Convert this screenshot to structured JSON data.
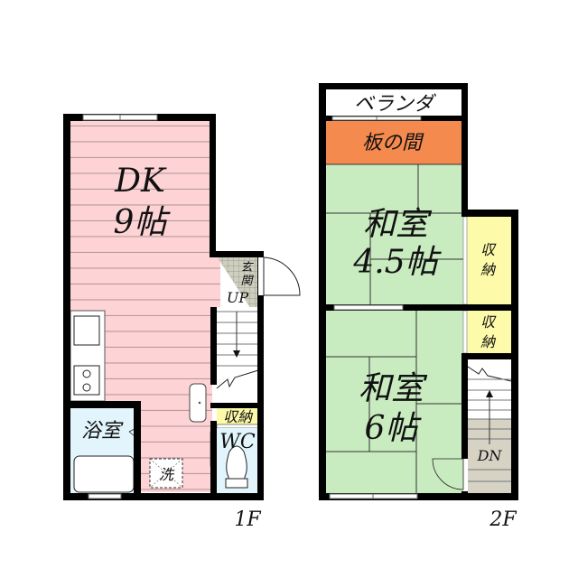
{
  "floors": [
    {
      "id": "1F",
      "label": "1F",
      "rooms": {
        "dk": {
          "name": "DK",
          "size": "9帖"
        },
        "entrance": {
          "label_top": "玄",
          "label_bottom": "関"
        },
        "stairs": {
          "direction": "UP"
        },
        "storage": {
          "label": "収納"
        },
        "wc": {
          "label": "WC"
        },
        "bath": {
          "label": "浴室"
        },
        "washer": {
          "label": "洗"
        }
      }
    },
    {
      "id": "2F",
      "label": "2F",
      "rooms": {
        "veranda": {
          "label": "ベランダ"
        },
        "wood_floor": {
          "label": "板の間"
        },
        "washitsu_a": {
          "name": "和室",
          "size": "4.5帖"
        },
        "washitsu_b": {
          "name": "和室",
          "size": "6帖"
        },
        "storage_a": {
          "line1": "収",
          "line2": "納"
        },
        "storage_b": {
          "line1": "収",
          "line2": "納"
        },
        "stairs": {
          "direction": "DN"
        }
      }
    }
  ],
  "colors": {
    "wall": "#000000",
    "dk_floor": "#fdd3d6",
    "dk_lines": "#b89a9a",
    "bath": "#e2f5fc",
    "wc": "#e2f5fc",
    "storage": "#fdfaa9",
    "tatami": "#c8ebc0",
    "wood_floor": "#f58a4e",
    "entrance_tile": "#cfcfc0",
    "stairs_dn_floor": "#d6d2c4"
  }
}
